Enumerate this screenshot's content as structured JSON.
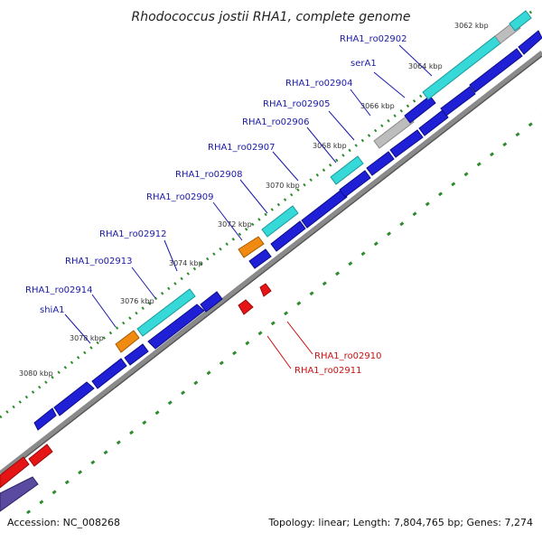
{
  "title": "Rhodococcus jostii RHA1, complete genome",
  "footer": {
    "accession": "Accession: NC_008268",
    "summary": "Topology: linear; Length: 7,804,765 bp; Genes: 7,274"
  },
  "kbp_ticks": [
    "3062 kbp",
    "3064 kbp",
    "3066 kbp",
    "3068 kbp",
    "3070 kbp",
    "3072 kbp",
    "3074 kbp",
    "3076 kbp",
    "3078 kbp",
    "3080 kbp"
  ],
  "gene_labels": {
    "forward": [
      "RHA1_ro02902",
      "serA1",
      "RHA1_ro02904",
      "RHA1_ro02905",
      "RHA1_ro02906",
      "RHA1_ro02907",
      "RHA1_ro02908",
      "RHA1_ro02909",
      "RHA1_ro02912",
      "RHA1_ro02913",
      "RHA1_ro02914",
      "shiA1"
    ],
    "reverse": [
      "RHA1_ro02910",
      "RHA1_ro02911"
    ]
  },
  "colors": {
    "gene_blue": "#1f1fd6",
    "gene_cyan": "#36d8d8",
    "gene_orange": "#f08a10",
    "gene_gray": "#bdbdbd",
    "gene_red": "#e51515",
    "gene_purple": "#5a4aa0",
    "tick_green": "#2e8b2e",
    "label_blue": "#1a1aa6",
    "label_red": "#cc1111"
  }
}
